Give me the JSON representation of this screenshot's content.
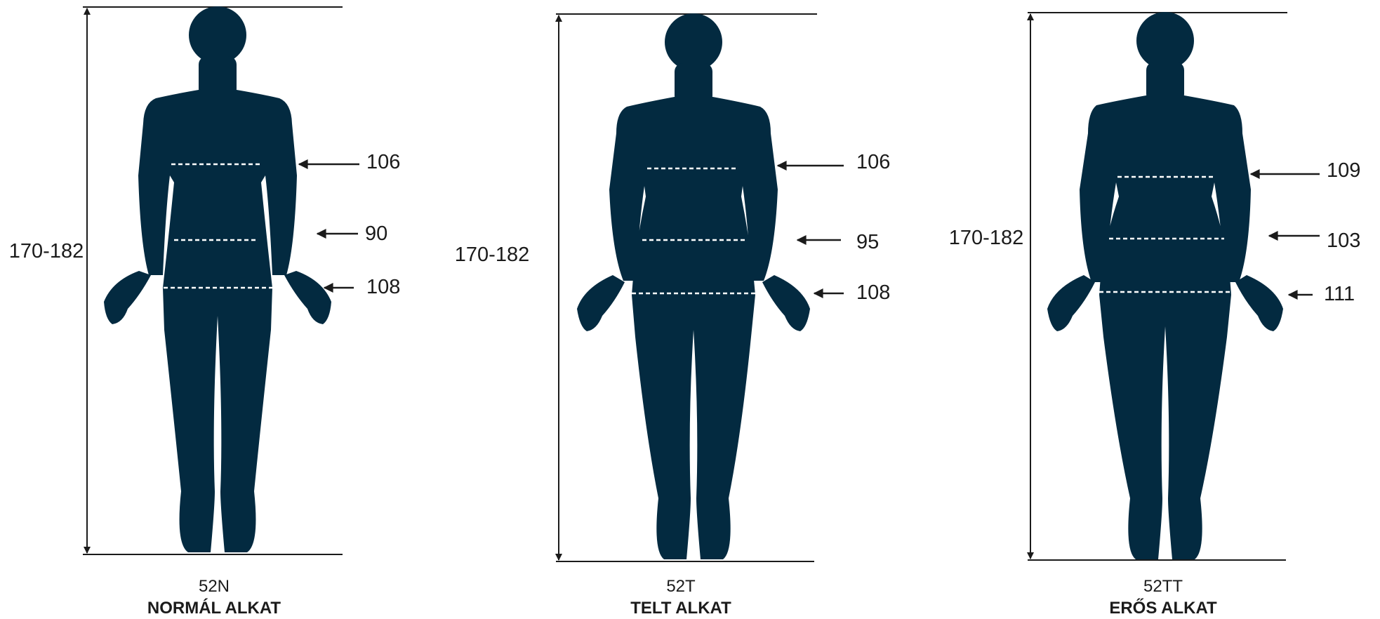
{
  "colors": {
    "silhouette": "#032a40",
    "lines": "#1b1b1b",
    "dash": "#ffffff"
  },
  "figures": [
    {
      "size": "52N",
      "name": "NORMÁL ALKAT",
      "height": "170-182",
      "chest": "106",
      "waist": "90",
      "hip": "108"
    },
    {
      "size": "52T",
      "name": "TELT ALKAT",
      "height": "170-182",
      "chest": "106",
      "waist": "95",
      "hip": "108"
    },
    {
      "size": "52TT",
      "name": "ERŐS ALKAT",
      "height": "170-182",
      "chest": "109",
      "waist": "103",
      "hip": "111"
    }
  ]
}
